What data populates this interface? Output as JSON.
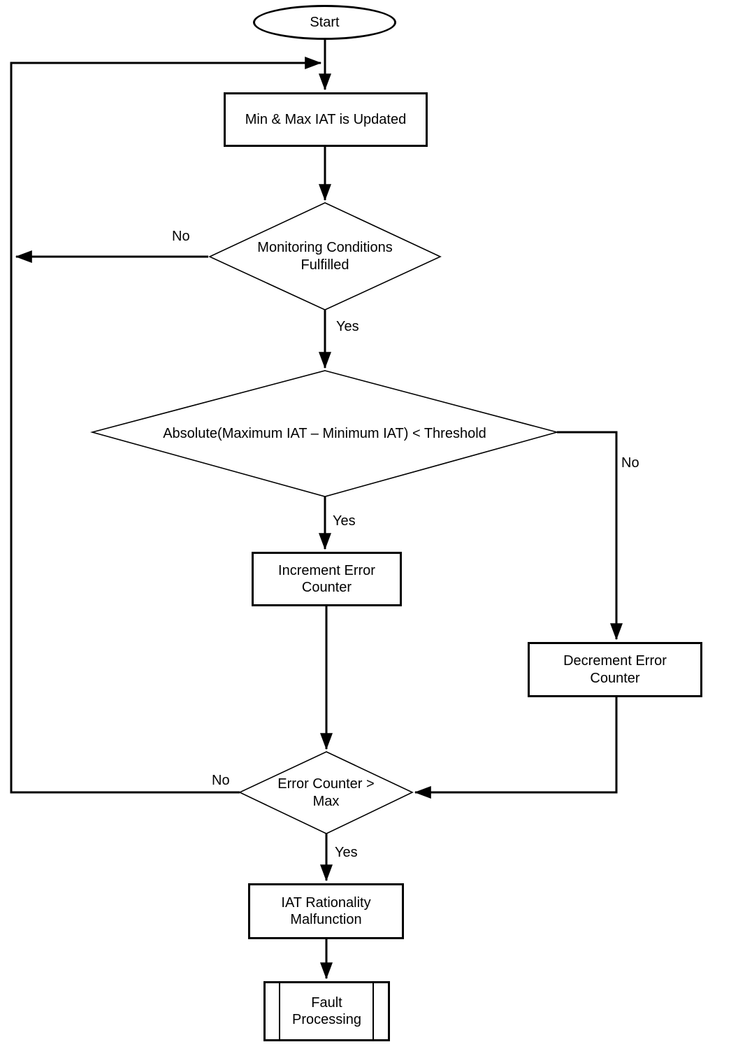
{
  "diagram": {
    "background_color": "#ffffff",
    "line_color": "#000000",
    "nodes": {
      "start": {
        "type": "terminator",
        "label": "Start"
      },
      "update": {
        "type": "process",
        "label": "Min & Max IAT is Updated"
      },
      "monitoring": {
        "type": "decision",
        "label": "Monitoring Conditions\nFulfilled"
      },
      "threshold": {
        "type": "decision",
        "label": "Absolute(Maximum IAT – Minimum IAT) < Threshold"
      },
      "increment": {
        "type": "process",
        "label": "Increment Error\nCounter"
      },
      "decrement": {
        "type": "process",
        "label": "Decrement Error\nCounter"
      },
      "counter": {
        "type": "decision",
        "label": "Error Counter >\nMax"
      },
      "malfunction": {
        "type": "process",
        "label": "IAT Rationality\nMalfunction"
      },
      "fault": {
        "type": "predefined-process",
        "label": "Fault\nProcessing"
      }
    },
    "edge_labels": {
      "monitoring_no": "No",
      "monitoring_yes": "Yes",
      "threshold_yes": "Yes",
      "threshold_no": "No",
      "counter_no": "No",
      "counter_yes": "Yes"
    }
  }
}
